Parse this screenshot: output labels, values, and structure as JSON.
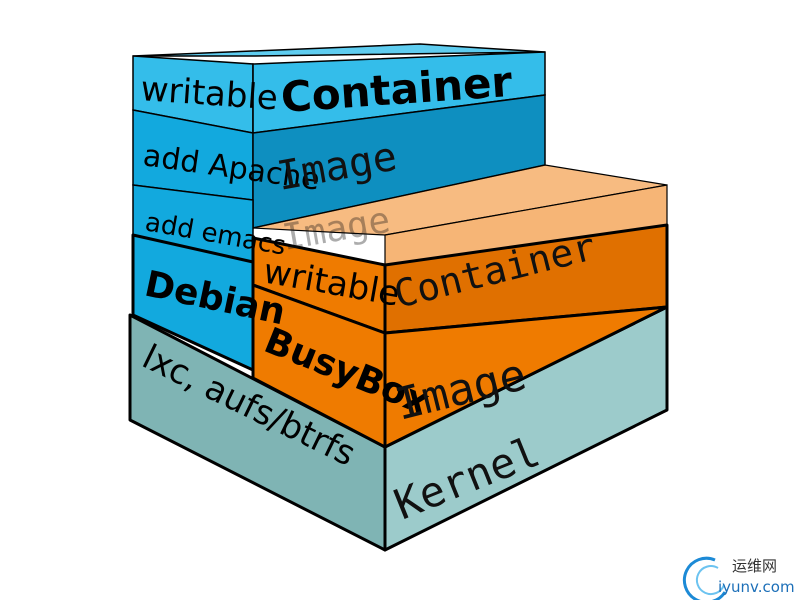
{
  "diagram": {
    "colors": {
      "kernel": "#9ccbcb",
      "blue": "#12a9de",
      "blue_dark": "#0e8fc0",
      "blue_light": "#34bdea",
      "orange": "#ef7b00",
      "orange_transparent": "#f0841a"
    },
    "left_stack": {
      "writable": "writable",
      "container": "Container",
      "add_apache": "add Apache",
      "image": "Image",
      "add_emacs": "add emacs",
      "debian": "Debian"
    },
    "right_stack": {
      "ghost_image": "Image",
      "writable": "writable",
      "container": "Container",
      "busybox": "BusyBox",
      "image": "Image"
    },
    "base": {
      "lxc": "lxc, aufs/btrfs",
      "kernel": "Kernel"
    }
  },
  "watermark": {
    "chinese": "运维网",
    "domain": "iyunv.com"
  }
}
